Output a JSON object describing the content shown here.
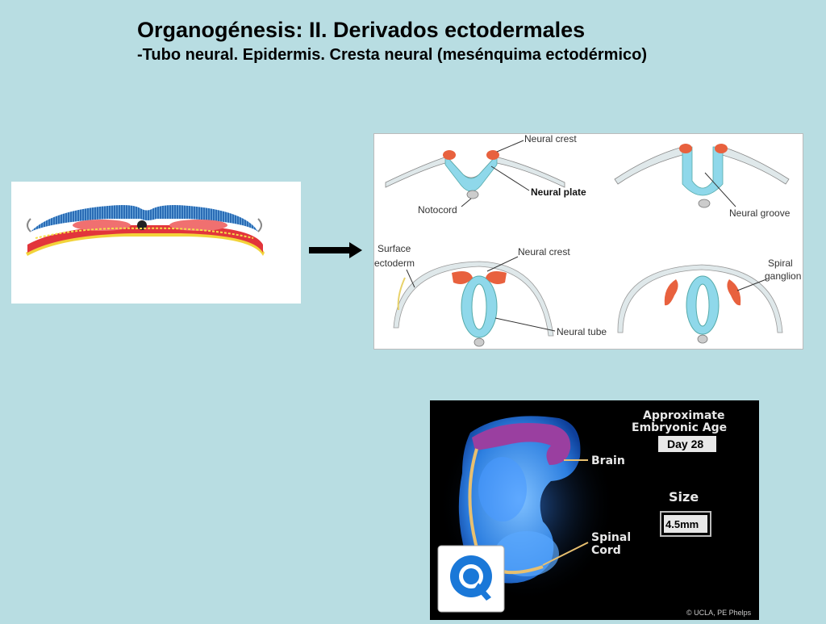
{
  "slide": {
    "title": "Organogénesis: II. Derivados ectodermales",
    "subtitle": "-Tubo neural. Epidermis. Cresta neural (mesénquima ectodérmico)"
  },
  "diagram": {
    "labels": {
      "neural_crest_top": "Neural crest",
      "neural_plate": "Neural plate",
      "notocord": "Notocord",
      "neural_groove": "Neural groove",
      "surface_ectoderm_1": "Surface",
      "surface_ectoderm_2": "ectoderm",
      "neural_crest_bottom": "Neural crest",
      "spiral_ganglion_1": "Spiral",
      "spiral_ganglion_2": "ganglion",
      "neural_tube": "Neural tube"
    }
  },
  "video": {
    "approx_line1": "Approximate",
    "approx_line2": "Embryonic Age",
    "day": "Day 28",
    "size_label": "Size",
    "size_value": "4.5mm",
    "brain": "Brain",
    "spinal_1": "Spinal",
    "spinal_2": "Cord",
    "credit": "© UCLA, PE Phelps",
    "player_icon": "quicktime-icon"
  },
  "colors": {
    "background": "#b8dde2",
    "neural_tissue": "#8fd8ea",
    "crest": "#e8613e",
    "brain": "#9a3fa0",
    "embryo": "#2d7fe0"
  }
}
